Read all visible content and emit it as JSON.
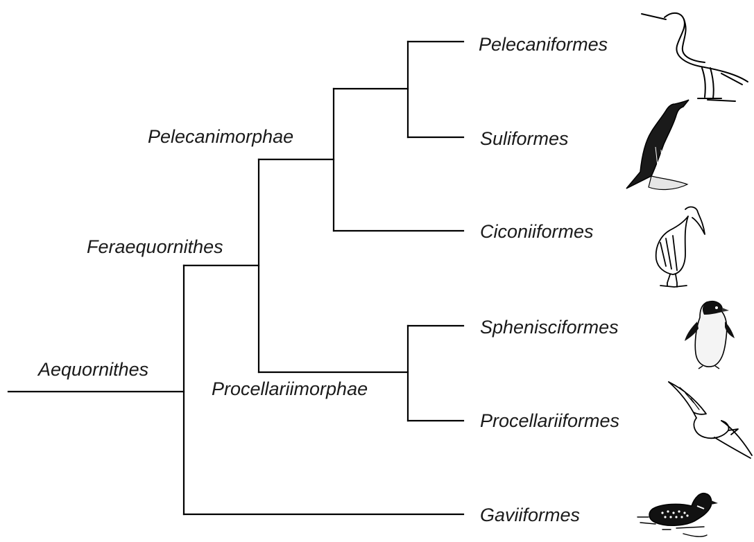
{
  "diagram": {
    "type": "cladogram",
    "line_color": "#000000",
    "root": "Aequornithes",
    "clades": {
      "aequornithes": "Aequornithes",
      "feraequornithes": "Feraequornithes",
      "pelecanimorphae": "Pelecanimorphae",
      "procellariimorphae": "Procellariimorphae"
    },
    "taxa": {
      "pelecaniformes": {
        "label": "Pelecaniformes",
        "icon": "heron-icon"
      },
      "suliformes": {
        "label": "Suliformes",
        "icon": "cormorant-icon"
      },
      "ciconiiformes": {
        "label": "Ciconiiformes",
        "icon": "stork-icon"
      },
      "sphenisciformes": {
        "label": "Sphenisciformes",
        "icon": "penguin-icon"
      },
      "procellariiformes": {
        "label": "Procellariiformes",
        "icon": "albatross-icon"
      },
      "gaviiformes": {
        "label": "Gaviiformes",
        "icon": "loon-icon"
      }
    },
    "topology": [
      {
        "parent": "Aequornithes",
        "children": [
          "Feraequornithes",
          "Gaviiformes"
        ]
      },
      {
        "parent": "Feraequornithes",
        "children": [
          "Pelecanimorphae",
          "Procellariimorphae"
        ]
      },
      {
        "parent": "Pelecanimorphae",
        "children": [
          "Pelecaniformes + Suliformes",
          "Ciconiiformes"
        ]
      },
      {
        "parent": "Procellariimorphae",
        "children": [
          "Sphenisciformes",
          "Procellariiformes"
        ]
      }
    ]
  }
}
